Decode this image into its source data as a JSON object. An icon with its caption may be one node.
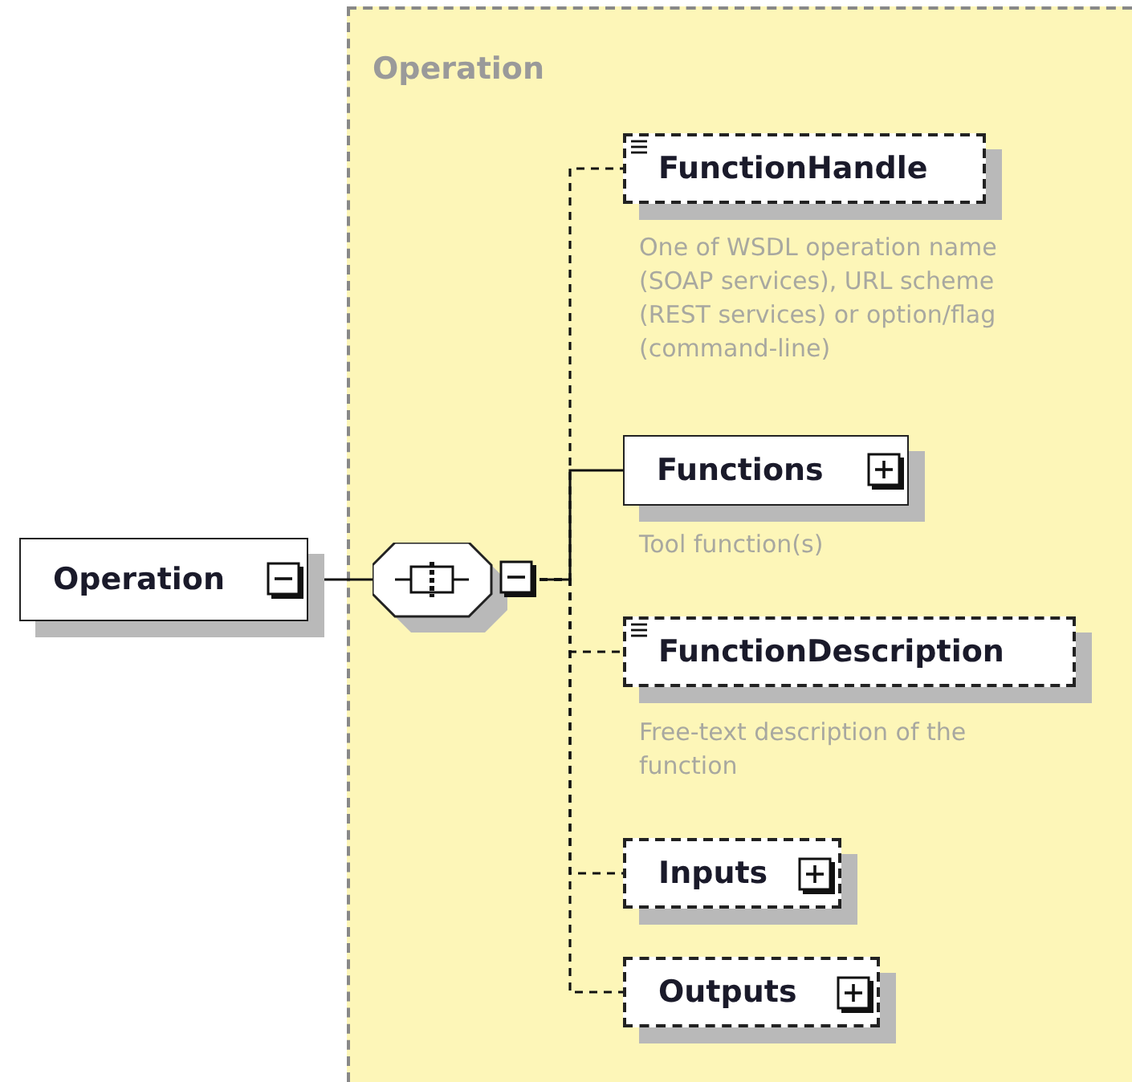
{
  "diagram": {
    "nodes": [
      {
        "text": [
          "Operation"
        ]
      },
      {
        "text": [
          "Operation"
        ]
      },
      {
        "text": [],
        "shape": "octagon",
        "in": 1
      },
      {
        "text": [
          "FunctionHandle"
        ],
        "in": 1,
        "beside": [
          "One of WSDL operation name (SOAP services), URL scheme (REST services) or option/flag (command-line)"
        ]
      },
      {
        "text": [
          "Functions"
        ],
        "in": 1,
        "beside": [
          "Tool function(s)"
        ]
      },
      {
        "text": [
          "FunctionDescription"
        ],
        "in": 1,
        "beside": [
          "Free-text description of the function"
        ]
      },
      {
        "text": [
          "Inputs"
        ],
        "in": 1
      },
      {
        "text": [
          "Outputs"
        ],
        "in": 1
      }
    ],
    "edges": [
      {
        "from": 0,
        "to": 2,
        "arrow": "none"
      },
      {
        "from": 2,
        "to": 3,
        "arrow": "none",
        "style": "dashed"
      },
      {
        "from": 2,
        "to": 4,
        "arrow": "none"
      },
      {
        "from": 2,
        "to": 5,
        "arrow": "none",
        "style": "dashed"
      },
      {
        "from": 2,
        "to": 6,
        "arrow": "none",
        "style": "dashed"
      },
      {
        "from": 2,
        "to": 7,
        "arrow": "none",
        "style": "dashed"
      }
    ]
  }
}
